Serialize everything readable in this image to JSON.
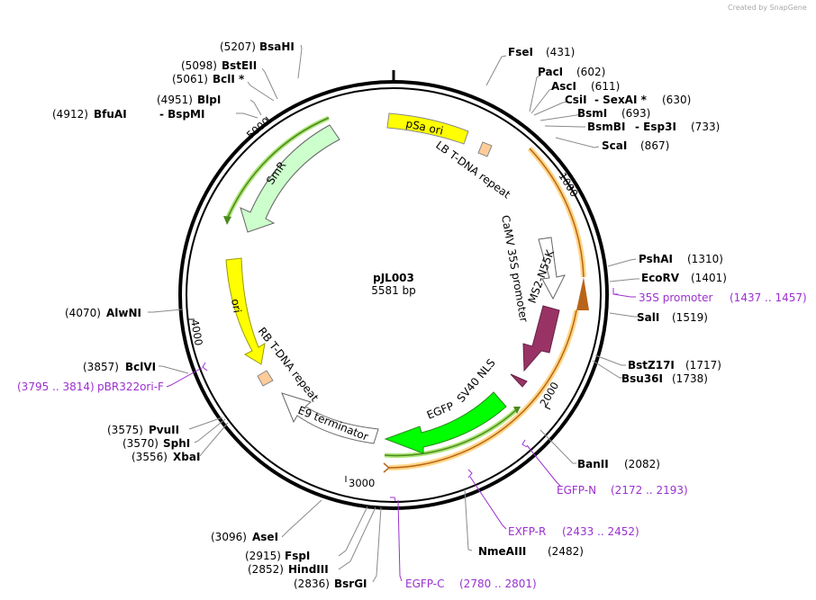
{
  "watermark": "Created by SnapGene",
  "plasmid": {
    "name": "pJL003",
    "size": "5581 bp"
  },
  "ticks": [
    "1000",
    "2000",
    "3000",
    "4000",
    "5000"
  ],
  "features": {
    "psa_ori": "pSa ori",
    "lb_repeat": "LB T-DNA repeat",
    "camv": "CaMV 35S promoter",
    "ms2": "MS2-N55K",
    "sv40": "SV40 NLS",
    "egfp": "EGFP",
    "e9": "E9 terminator",
    "rb_repeat": "RB T-DNA repeat",
    "ori": "ori",
    "smr": "SmR"
  },
  "sites": [
    {
      "name": "FseI",
      "pos": "(431)"
    },
    {
      "name": "PacI",
      "pos": "(602)"
    },
    {
      "name": "AscI",
      "pos": "(611)"
    },
    {
      "name": "CsiI",
      "pos": ""
    },
    {
      "name": "- SexAI *",
      "pos": "(630)"
    },
    {
      "name": "BsmI",
      "pos": "(693)"
    },
    {
      "name": "BsmBI",
      "pos": ""
    },
    {
      "name": "- Esp3I",
      "pos": "(733)"
    },
    {
      "name": "ScaI",
      "pos": "(867)"
    },
    {
      "name": "PshAI",
      "pos": "(1310)"
    },
    {
      "name": "EcoRV",
      "pos": "(1401)"
    },
    {
      "name": "SalI",
      "pos": "(1519)"
    },
    {
      "name": "BstZ17I",
      "pos": "(1717)"
    },
    {
      "name": "Bsu36I",
      "pos": "(1738)"
    },
    {
      "name": "BanII",
      "pos": "(2082)"
    },
    {
      "name": "NmeAIII",
      "pos": "(2482)"
    },
    {
      "name": "BsrGI",
      "pos": "(2836)"
    },
    {
      "name": "HindIII",
      "pos": "(2852)"
    },
    {
      "name": "FspI",
      "pos": "(2915)"
    },
    {
      "name": "AseI",
      "pos": "(3096)"
    },
    {
      "name": "XbaI",
      "pos": "(3556)"
    },
    {
      "name": "SphI",
      "pos": "(3570)"
    },
    {
      "name": "PvuII",
      "pos": "(3575)"
    },
    {
      "name": "BclVI",
      "pos": "(3857)"
    },
    {
      "name": "AlwNI",
      "pos": "(4070)"
    },
    {
      "name": "BfuAI",
      "pos": "(4912)"
    },
    {
      "name": "- BspMI",
      "pos": ""
    },
    {
      "name": "BlpI",
      "pos": "(4951)"
    },
    {
      "name": "BclI *",
      "pos": "(5061)"
    },
    {
      "name": "BstEII",
      "pos": "(5098)"
    },
    {
      "name": "BsaHI",
      "pos": "(5207)"
    }
  ],
  "primers": [
    {
      "name": "35S promoter",
      "range": "(1437 .. 1457)"
    },
    {
      "name": "EGFP-N",
      "range": "(2172 .. 2193)"
    },
    {
      "name": "EXFP-R",
      "range": "(2433 .. 2452)"
    },
    {
      "name": "EGFP-C",
      "range": "(2780 .. 2801)"
    },
    {
      "name": "pBR322ori-F",
      "range": "(3795 .. 3814)"
    }
  ],
  "colors": {
    "backbone": "#000000",
    "psa_ori": "#ffff00",
    "ori": "#ffff00",
    "smr": "#ccffcc",
    "camv": "#ffffff",
    "ms2": "#993366",
    "egfp": "#00ff00",
    "e9": "#ffffff",
    "repeat": "#ffcc99",
    "primer": "#9b30d0",
    "orf_orange": "#ffcc66",
    "orf_green": "#99dd55"
  }
}
